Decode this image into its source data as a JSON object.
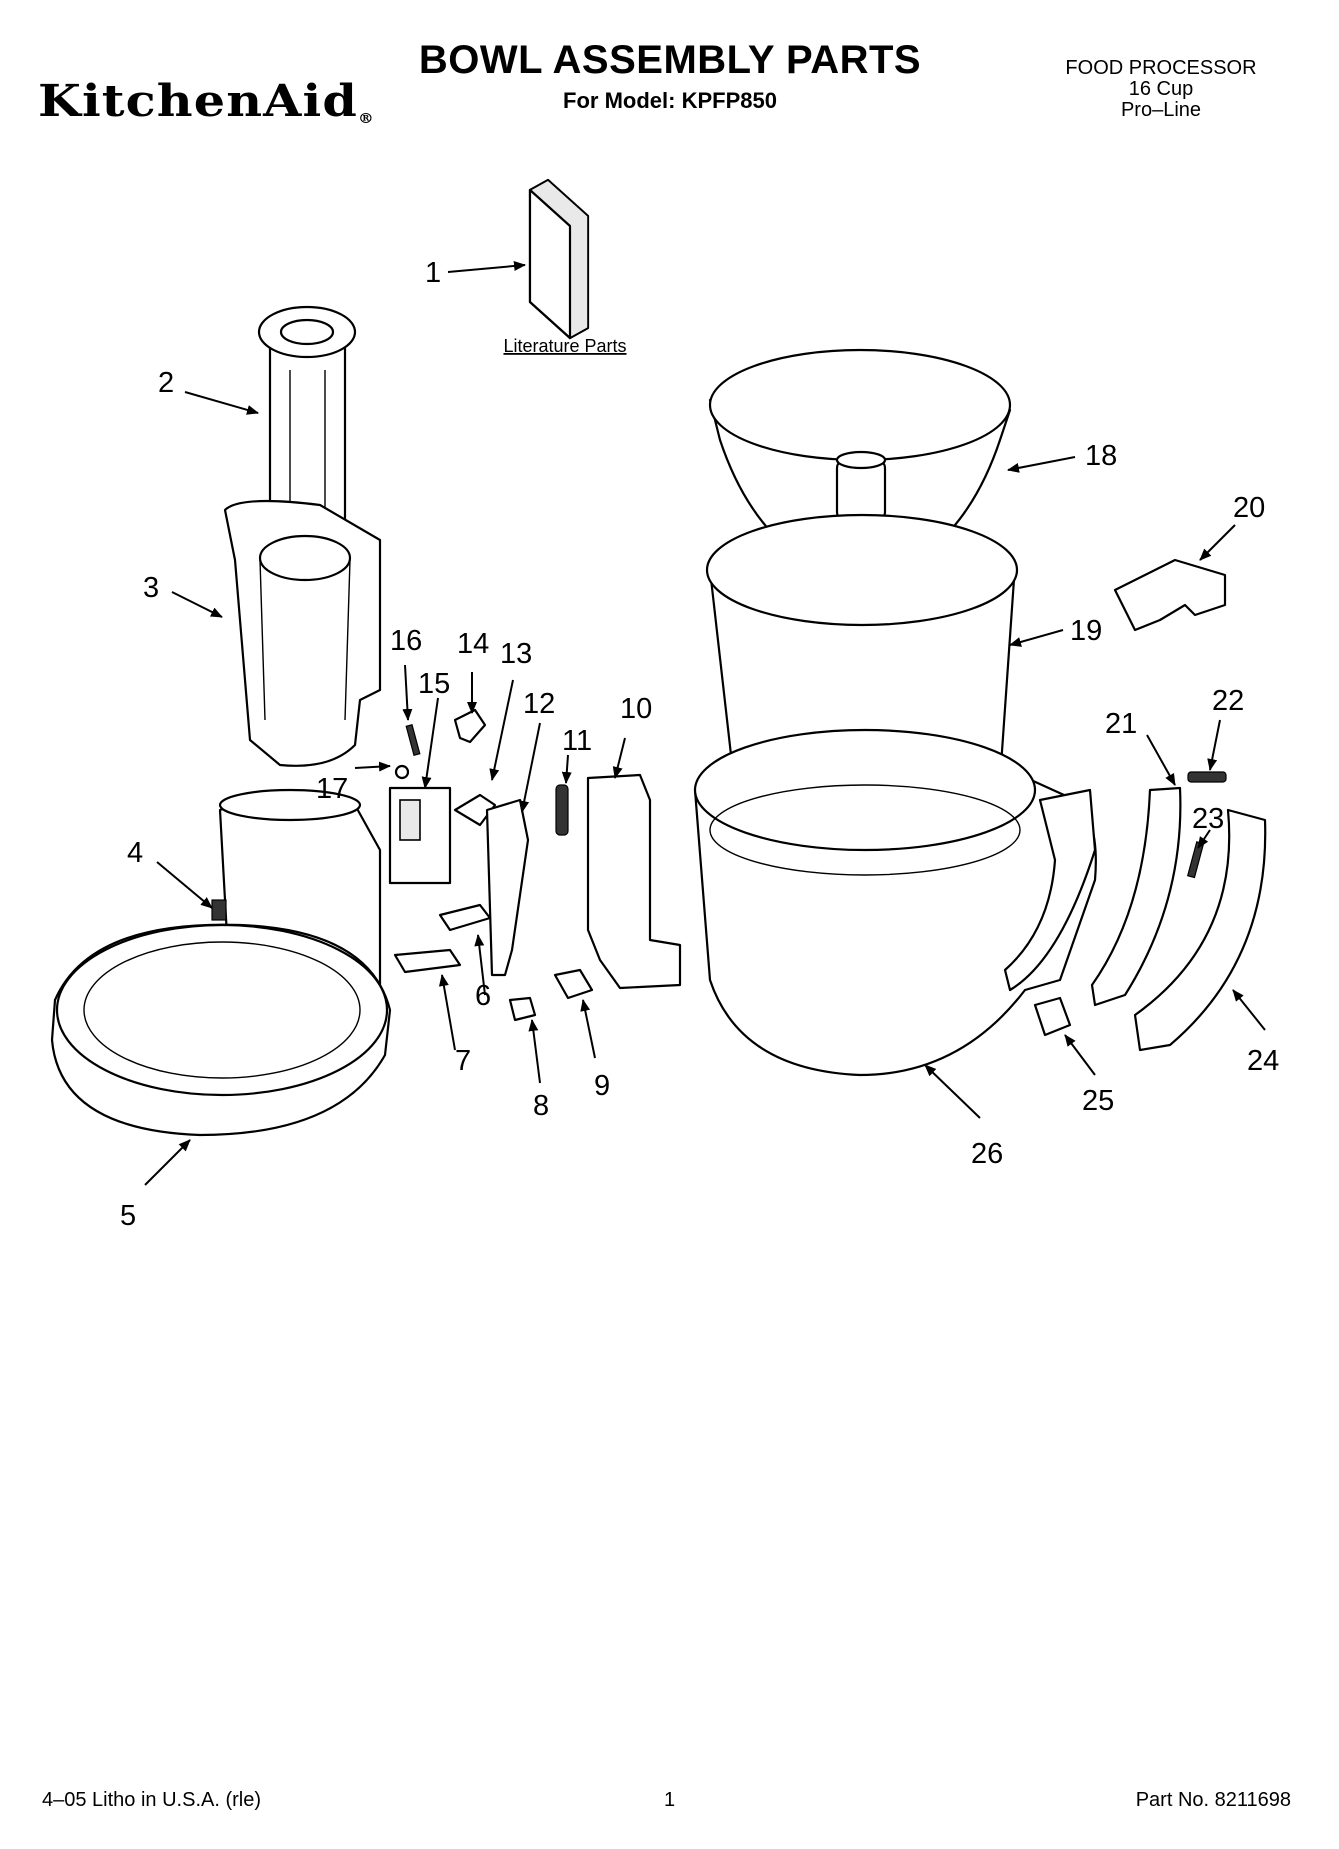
{
  "header": {
    "brand": "KitchenAid",
    "title": "BOWL ASSEMBLY PARTS",
    "model_line": "For Model: KPFP850",
    "product_lines": [
      "FOOD PROCESSOR",
      "16 Cup",
      "Pro–Line"
    ]
  },
  "diagram": {
    "literature_label": "Literature Parts",
    "callouts": [
      "1",
      "2",
      "3",
      "4",
      "5",
      "6",
      "7",
      "8",
      "9",
      "10",
      "11",
      "12",
      "13",
      "14",
      "15",
      "16",
      "17",
      "18",
      "19",
      "20",
      "21",
      "22",
      "23",
      "24",
      "25",
      "26"
    ]
  },
  "footer": {
    "left": "4–05 Litho in U.S.A. (rle)",
    "center": "1",
    "right": "Part No. 8211698"
  }
}
